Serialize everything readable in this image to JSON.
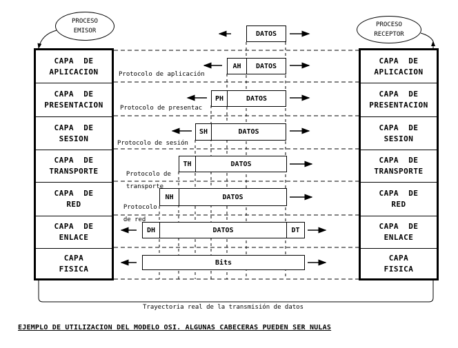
{
  "emisor": {
    "line1": "PROCESO",
    "line2": "EMISOR"
  },
  "receptor": {
    "line1": "PROCESO",
    "line2": "RECEPTOR"
  },
  "layers": [
    {
      "line1": "CAPA  DE",
      "line2": "APLICACION"
    },
    {
      "line1": "CAPA  DE",
      "line2": "PRESENTACION"
    },
    {
      "line1": "CAPA  DE",
      "line2": "SESION"
    },
    {
      "line1": "CAPA  DE",
      "line2": "TRANSPORTE"
    },
    {
      "line1": "CAPA  DE",
      "line2": "RED"
    },
    {
      "line1": "CAPA  DE",
      "line2": "ENLACE"
    },
    {
      "line1": "CAPA",
      "line2": "FISICA"
    }
  ],
  "top_data": "DATOS",
  "units": [
    {
      "header": "AH",
      "data": "DATOS",
      "trailer": ""
    },
    {
      "header": "PH",
      "data": "DATOS",
      "trailer": ""
    },
    {
      "header": "SH",
      "data": "DATOS",
      "trailer": ""
    },
    {
      "header": "TH",
      "data": "DATOS",
      "trailer": ""
    },
    {
      "header": "NH",
      "data": "DATOS",
      "trailer": ""
    },
    {
      "header": "DH",
      "data": "DATOS",
      "trailer": "DT"
    },
    {
      "header": "",
      "data": "Bits",
      "trailer": ""
    }
  ],
  "protocols": {
    "aplicacion": "Protocolo de aplicación",
    "presentacion": "Protocolo de presentac",
    "sesion": "Protocolo de sesión",
    "transporte_1": "Protocolo de",
    "transporte_2": "transporte",
    "red_1": "Protocolo",
    "red_2": "de red"
  },
  "path_label": "Trayectoria real de la transmisión de datos",
  "caption": "EJEMPLO DE UTILIZACION DEL MODELO OSI. ALGUNAS CABECERAS PUEDEN SER NULAS"
}
